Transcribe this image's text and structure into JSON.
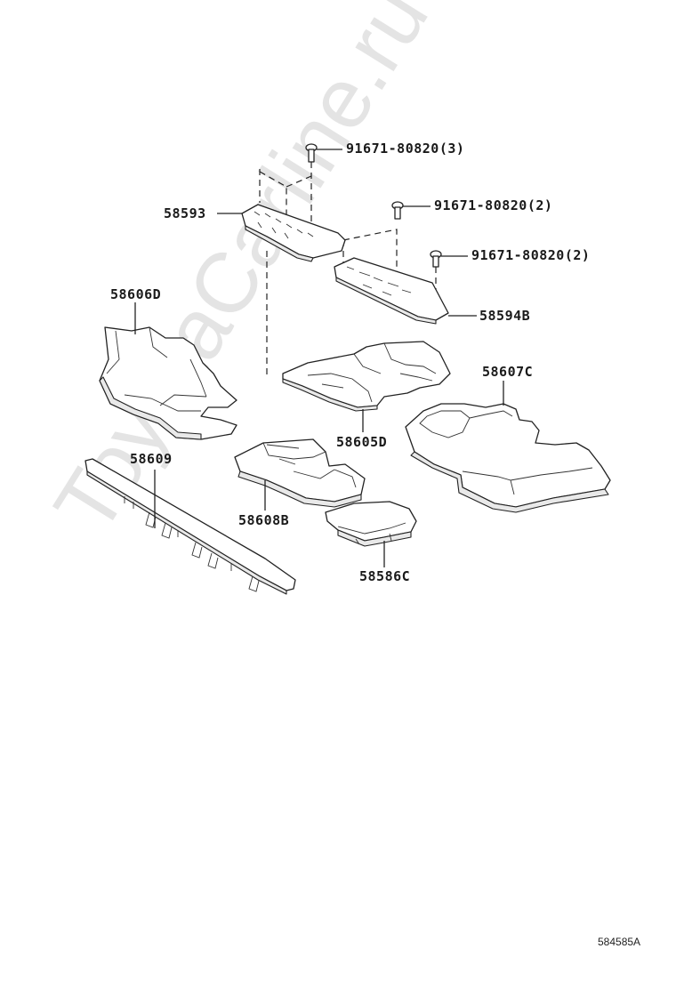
{
  "callouts": {
    "bolt_top": "91671-80820(3)",
    "bolt_mid": "91671-80820(2)",
    "bolt_low": "91671-80820(2)",
    "p58593": "58593",
    "p58594B": "58594B",
    "p58606D": "58606D",
    "p58605D": "58605D",
    "p58607C": "58607C",
    "p58609": "58609",
    "p58608B": "58608B",
    "p58586C": "58586C"
  },
  "figure_number": "584585A",
  "watermark": "ToyotaCarline.ru"
}
